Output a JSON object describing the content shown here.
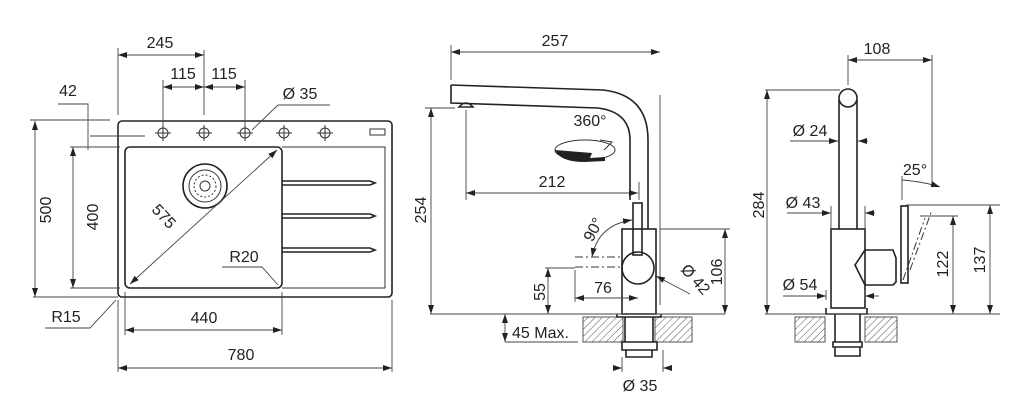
{
  "sink": {
    "dims": {
      "overall_width": "245",
      "hole_spacing_1": "115",
      "hole_spacing_2": "115",
      "hole_offset": "42",
      "hole_diameter": "Ø 35",
      "overall_depth": "500",
      "bowl_depth": "400",
      "bowl_diagonal": "575",
      "bowl_radius": "R20",
      "corner_radius": "R15",
      "bowl_width": "440",
      "total_width": "780"
    }
  },
  "faucet_front": {
    "dims": {
      "spout_reach_total": "257",
      "rotation": "360°",
      "spout_reach": "212",
      "height": "254",
      "lever_angle": "90°",
      "body_height": "106",
      "ball_diameter": "Ø 42",
      "lever_height": "55",
      "lever_length": "76",
      "counter_thickness": "45 Max.",
      "hole_diameter": "Ø 35"
    }
  },
  "faucet_side": {
    "dims": {
      "spout_offset": "108",
      "spout_diameter": "Ø 24",
      "body_top_diameter": "Ø 43",
      "height": "284",
      "lever_angle": "25°",
      "lever_height_1": "122",
      "lever_height_2": "137",
      "base_diameter": "Ø 54"
    }
  }
}
